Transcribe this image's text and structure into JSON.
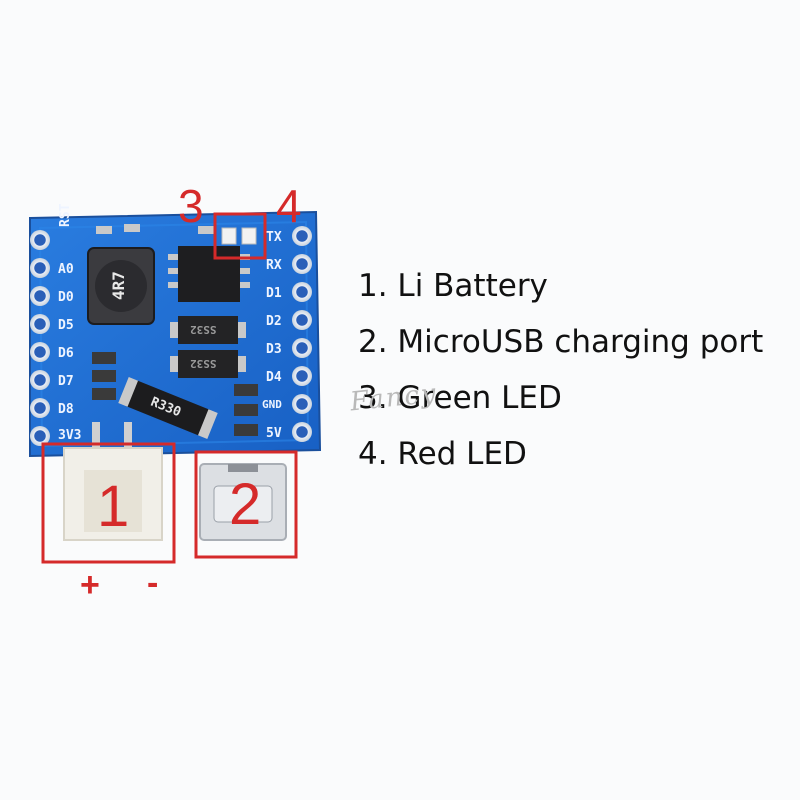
{
  "legend": {
    "items": [
      "1. Li Battery",
      "2. MicroUSB charging port",
      "3. Green LED",
      "4. Red LED"
    ]
  },
  "callouts": {
    "one": "1",
    "two": "2",
    "three": "3",
    "four": "4"
  },
  "polarity": {
    "plus": "+",
    "minus": "-"
  },
  "board": {
    "left_pins": [
      "RST",
      "A0",
      "D0",
      "D5",
      "D6",
      "D7",
      "D8",
      "3V3"
    ],
    "right_pins": [
      "TX",
      "RX",
      "D1",
      "D2",
      "D3",
      "D4",
      "GND",
      "5V"
    ],
    "inductor_marking": "4R7",
    "resistor_marking": "R330",
    "diode_marking": "SS32"
  },
  "watermark": "Fancy",
  "colors": {
    "pcb": "#1f6ed4",
    "callout": "#d52a2a",
    "background": "#fafbfc"
  }
}
